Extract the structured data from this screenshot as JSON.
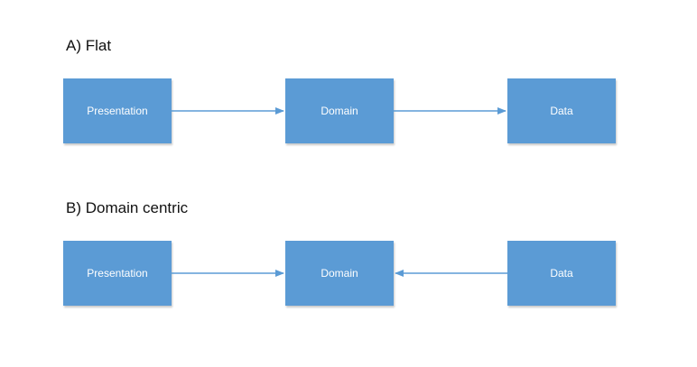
{
  "diagrams": {
    "flat": {
      "heading": "A) Flat",
      "nodes": [
        "Presentation",
        "Domain",
        "Data"
      ],
      "edges": [
        {
          "from": "Presentation",
          "to": "Domain"
        },
        {
          "from": "Domain",
          "to": "Data"
        }
      ]
    },
    "domain_centric": {
      "heading": "B) Domain centric",
      "nodes": [
        "Presentation",
        "Domain",
        "Data"
      ],
      "edges": [
        {
          "from": "Presentation",
          "to": "Domain"
        },
        {
          "from": "Data",
          "to": "Domain"
        }
      ]
    }
  },
  "colors": {
    "box_fill": "#5b9bd5",
    "box_text": "#ffffff",
    "arrow": "#5b9bd5",
    "heading_text": "#111111"
  }
}
